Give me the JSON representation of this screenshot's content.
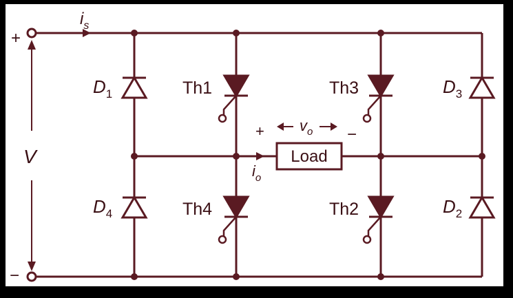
{
  "colors": {
    "background": "#000000",
    "panel": "#ffffff",
    "ink": "#5a1a22",
    "text": "#3a0f14"
  },
  "terminals": {
    "positive": "+",
    "negative": "−"
  },
  "source": {
    "voltage_label": "V",
    "current_main": "i",
    "current_sub": "s"
  },
  "load": {
    "label": "Load",
    "voltage_main": "v",
    "voltage_sub": "o",
    "plus": "+",
    "minus": "−",
    "current_main": "i",
    "current_sub": "o"
  },
  "diodes": [
    {
      "main": "D",
      "sub": "1"
    },
    {
      "main": "D",
      "sub": "4"
    },
    {
      "main": "D",
      "sub": "3"
    },
    {
      "main": "D",
      "sub": "2"
    }
  ],
  "thyristors": [
    {
      "label": "Th1"
    },
    {
      "label": "Th4"
    },
    {
      "label": "Th3"
    },
    {
      "label": "Th2"
    }
  ]
}
